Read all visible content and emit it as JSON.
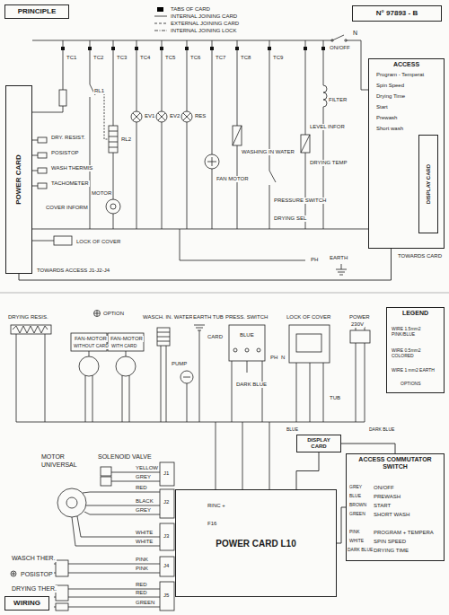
{
  "diagram": {
    "nodes": [
      {
        "text": [
          "PRINCIPLE"
        ]
      },
      {
        "text": [
          "N° 97893 - B"
        ]
      },
      {
        "text": [
          "POWER CARD"
        ]
      },
      {
        "text": [
          "ACCESS"
        ]
      },
      {
        "text": [
          "DISPLAY CARD"
        ],
        "in": 3
      },
      {
        "text": [
          "LEGEND"
        ]
      },
      {
        "text": [
          "DISPLAY CARD"
        ]
      },
      {
        "text": [
          "ACCESS COMMUTATOR SWITCH"
        ]
      },
      {
        "text": [
          "POWER CARD L10"
        ]
      },
      {
        "text": [
          "WIRING"
        ]
      }
    ],
    "edges": [
      {
        "from": 2,
        "to": 3,
        "arrow": "none"
      },
      {
        "from": 6,
        "to": 8,
        "arrow": "none"
      },
      {
        "from": 7,
        "to": 8,
        "arrow": "none"
      },
      {
        "from": 6,
        "to": 7,
        "arrow": "none"
      }
    ],
    "labels": [
      "N",
      "ON/OFF",
      "TC1",
      "TC2",
      "TC3",
      "TC4",
      "TC5",
      "TC6",
      "TC7",
      "TC8",
      "TC9",
      "DRY. RESIST.",
      "POSISTOP",
      "WASH THERMIS",
      "TACHOMETER",
      "RL1",
      "RL2",
      "COVER INFORM",
      "LOCK OF COVER",
      "MOTOR",
      "EV1",
      "EV2",
      "RES",
      "FAN MOTOR",
      "WASHING IN WATER",
      "DRYING TEMP",
      "PRESSURE SWITCH",
      "FILTER",
      "LEVEL INFOR",
      "DRYING SEL",
      "TOWARDS ACCESS J1-J2-J4",
      "TOWARDS CARD",
      "PH",
      "EARTH",
      "Program - Temperat",
      "Spin Speed",
      "Drying Time",
      "Start",
      "Prewash",
      "Short wash",
      "OPTION",
      "DRYING RESIS.",
      "FAN-MOTOR",
      "WITHOUT CARD",
      "FAN-MOTOR",
      "WITH CARD",
      "WASCH. IN. WATER",
      "EARTH TUB",
      "PRESS. SWITCH",
      "LOCK OF COVER",
      "POWER",
      "230V",
      "CARD",
      "BLUE",
      "DARK BLUE",
      "PUMP",
      "TUB",
      "MOTOR",
      "UNIVERSAL",
      "SOLENOID VALVE",
      "YELLOW",
      "GREY",
      "RED",
      "BLACK",
      "GREY",
      "WHITE",
      "WHITE",
      "PINK",
      "PINK",
      "RED",
      "RED",
      "GREEN",
      "WASCH THER.",
      "POSISTOP",
      "DRYING THER.",
      "J1",
      "J2",
      "J3",
      "J4",
      "J5",
      "RINC +",
      "F16",
      "ON/OFF",
      "PREWASH",
      "START",
      "SHORT WASH",
      "PROGRAM + TEMPERA",
      "SPIN SPEED",
      "DRYING TIME",
      "GREY",
      "BLUE",
      "BROWN",
      "GREEN",
      "PINK",
      "WHITE",
      "DARK BLUE",
      "BLUE",
      "DARK BLUE",
      "PH",
      "N"
    ],
    "legend": [
      {
        "text": "TABS OF CARD",
        "color": "#000000"
      },
      {
        "text": "INTERNAL JOINING CARD"
      },
      {
        "text": "EXTERNAL JOINING CARD"
      },
      {
        "text": "INTERNAL JOINING LOCK"
      },
      {
        "text": "WIRE 1.5mm2 PINK/BLUE"
      },
      {
        "text": "WIRE 0.5mm2 COLORED"
      },
      {
        "text": "WIRE 1 mm2 EARTH"
      },
      {
        "text": "OPTIONS"
      }
    ]
  }
}
